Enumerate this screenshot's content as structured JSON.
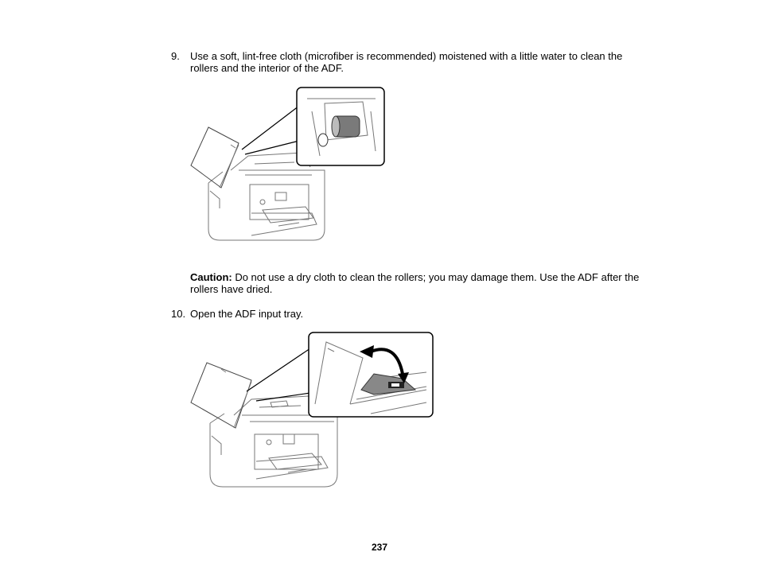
{
  "steps": [
    {
      "number": "9.",
      "text": "Use a soft, lint-free cloth (microfiber is recommended) moistened with a little water to clean the rollers and the interior of the ADF."
    },
    {
      "number": "10.",
      "text": "Open the ADF input tray."
    }
  ],
  "caution": {
    "label": "Caution:",
    "text": " Do not use a dry cloth to clean the rollers; you may damage them. Use the ADF after the rollers have dried."
  },
  "page_number": "237"
}
